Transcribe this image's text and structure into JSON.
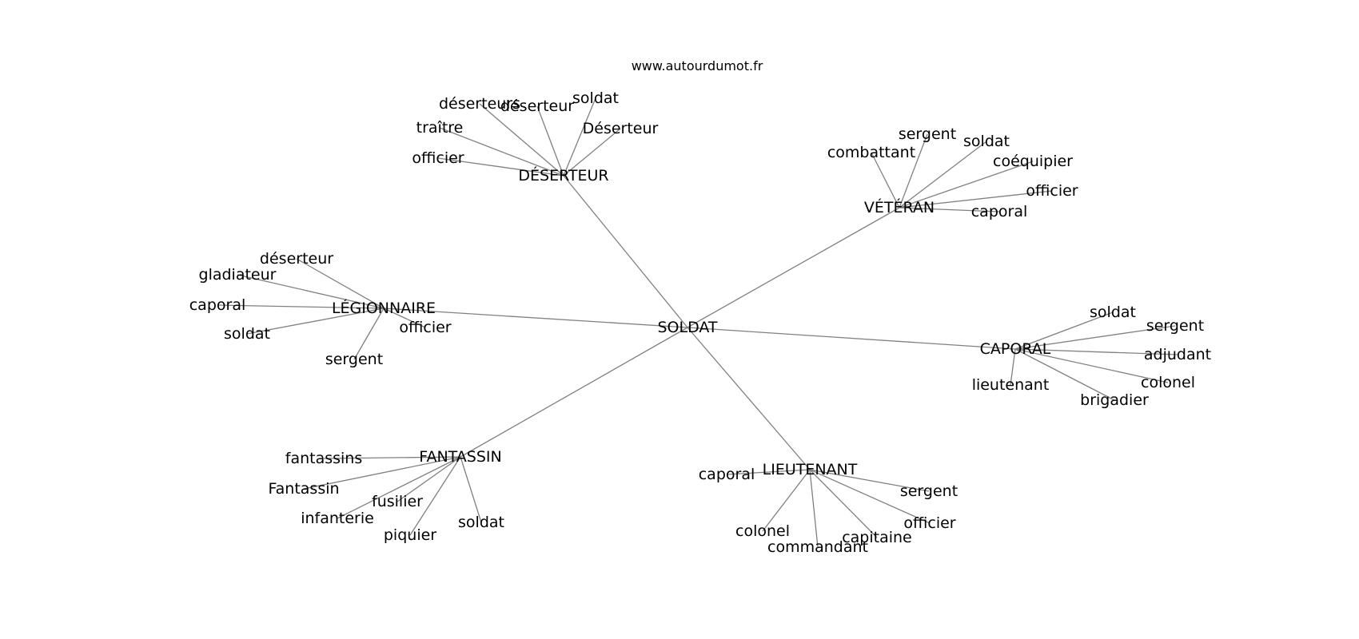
{
  "source": "www.autourdumot.fr",
  "center": "SOLDAT",
  "hubs": [
    {
      "label": "DÉSERTEUR",
      "leaves": [
        "déserteurs",
        "déserteur",
        "soldat",
        "traître",
        "Déserteur",
        "officier"
      ]
    },
    {
      "label": "VÉTÉRAN",
      "leaves": [
        "sergent",
        "soldat",
        "combattant",
        "coéquipier",
        "officier",
        "caporal"
      ]
    },
    {
      "label": "LÉGIONNAIRE",
      "leaves": [
        "déserteur",
        "gladiateur",
        "caporal",
        "soldat",
        "officier",
        "sergent"
      ]
    },
    {
      "label": "CAPORAL",
      "leaves": [
        "soldat",
        "sergent",
        "adjudant",
        "colonel",
        "lieutenant",
        "brigadier"
      ]
    },
    {
      "label": "FANTASSIN",
      "leaves": [
        "fantassins",
        "Fantassin",
        "fusilier",
        "infanterie",
        "piquier",
        "soldat"
      ]
    },
    {
      "label": "LIEUTENANT",
      "leaves": [
        "caporal",
        "sergent",
        "officier",
        "colonel",
        "capitaine",
        "commandant"
      ]
    }
  ]
}
